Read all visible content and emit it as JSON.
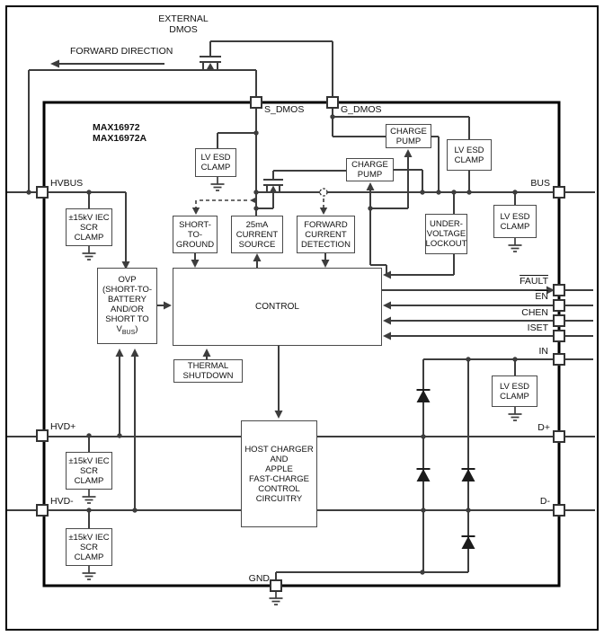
{
  "diagram": {
    "title_parts": {
      "line1": "MAX16972",
      "line2": "MAX16972A"
    },
    "annotations": {
      "external_dmos_line1": "EXTERNAL",
      "external_dmos_line2": "DMOS",
      "forward_direction": "FORWARD DIRECTION"
    },
    "pins": {
      "s_dmos": "S_DMOS",
      "g_dmos": "G_DMOS",
      "hvbus": "HVBUS",
      "bus": "BUS",
      "fault": "FAULT",
      "en": "EN",
      "chen": "CHEN",
      "iset": "ISET",
      "in": "IN",
      "dplus": "D+",
      "dminus": "D-",
      "hvdplus": "HVD+",
      "hvdminus": "HVD-",
      "gnd": "GND"
    },
    "blocks": {
      "lv_esd": [
        "LV ESD",
        "CLAMP"
      ],
      "scr_clamp": [
        "±15kV IEC",
        "SCR",
        "CLAMP"
      ],
      "charge_pump": [
        "CHARGE",
        "PUMP"
      ],
      "short_to_ground": [
        "SHORT-",
        "TO-",
        "GROUND"
      ],
      "current_source": [
        "25mA",
        "CURRENT",
        "SOURCE"
      ],
      "forward_current": [
        "FORWARD",
        "CURRENT",
        "DETECTION"
      ],
      "uvlo": [
        "UNDER-",
        "VOLTAGE",
        "LOCKOUT"
      ],
      "ovp": {
        "l1": "OVP",
        "l2": "(SHORT-TO-",
        "l3": "BATTERY",
        "l4": "AND/OR",
        "l5": "SHORT TO",
        "v": "V",
        "v_sub": "BUS",
        "v_close": ")"
      },
      "control": "CONTROL",
      "thermal": [
        "THERMAL",
        "SHUTDOWN"
      ],
      "host": [
        "HOST CHARGER",
        "AND",
        "APPLE",
        "FAST-CHARGE",
        "CONTROL",
        "CIRCUITRY"
      ]
    },
    "colors": {
      "background": "#ffffff",
      "wire": "#3d3d3d",
      "ic_border": "#000000",
      "box_border": "#4a4a4a",
      "text": "#111111"
    }
  }
}
